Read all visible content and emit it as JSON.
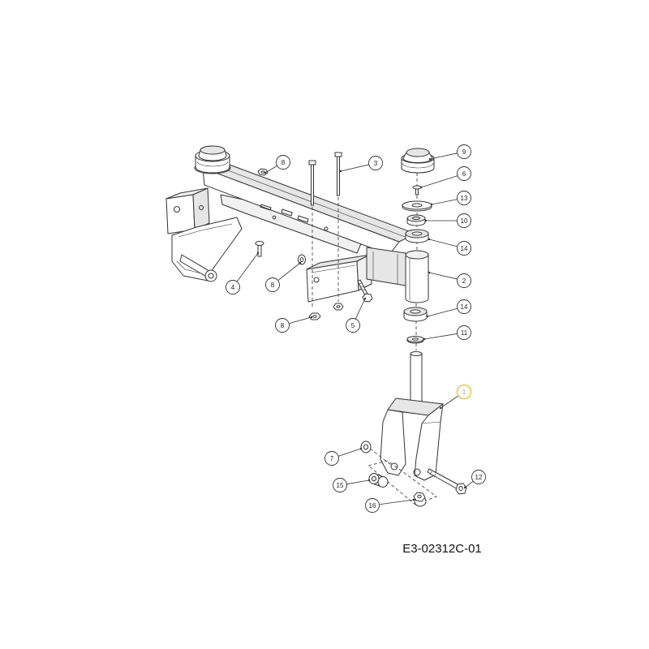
{
  "drawing": {
    "number": "E3-02312C-01"
  },
  "callouts": [
    {
      "label": "9"
    },
    {
      "label": "8"
    },
    {
      "label": "3"
    },
    {
      "label": "6"
    },
    {
      "label": "13"
    },
    {
      "label": "10"
    },
    {
      "label": "14"
    },
    {
      "label": "2"
    },
    {
      "label": "4"
    },
    {
      "label": "8"
    },
    {
      "label": "8"
    },
    {
      "label": "5"
    },
    {
      "label": "14"
    },
    {
      "label": "11"
    },
    {
      "label": "1"
    },
    {
      "label": "7"
    },
    {
      "label": "15"
    },
    {
      "label": "16"
    },
    {
      "label": "12"
    }
  ],
  "colors": {
    "line": "#333333",
    "highlight": "#e3cc55",
    "shade": "#e6e6e6",
    "paper": "#ffffff"
  }
}
